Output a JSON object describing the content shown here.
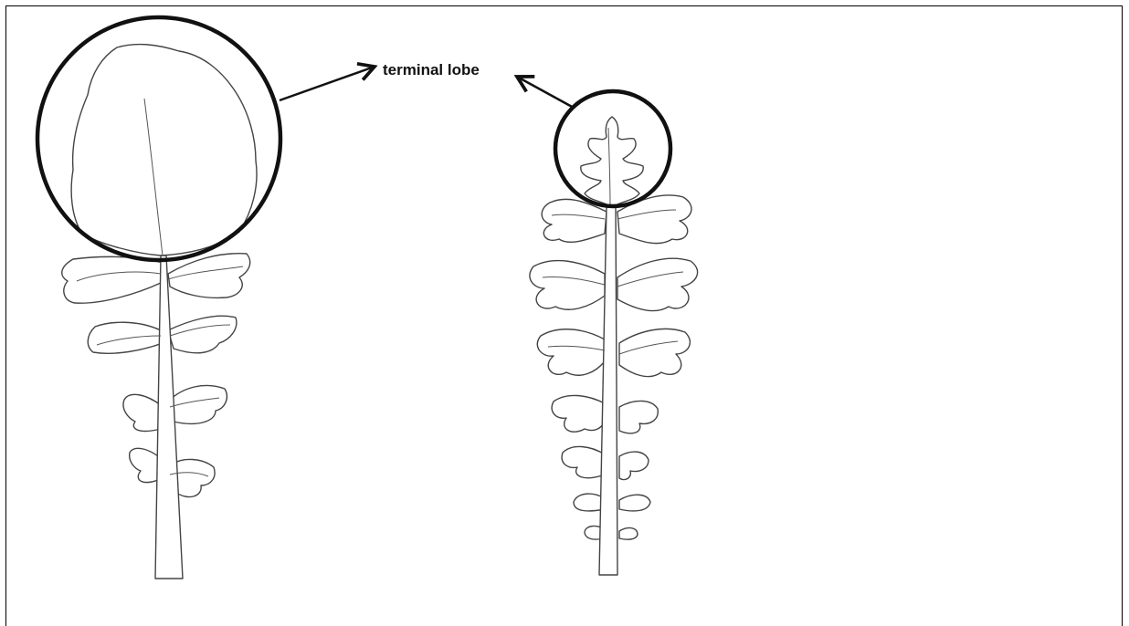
{
  "annotation": {
    "label": "terminal lobe"
  },
  "figures": [
    {
      "name": "left-leaf",
      "terminal_lobe_shape": "rounded-entire"
    },
    {
      "name": "right-leaf",
      "terminal_lobe_shape": "deeply-dissected"
    }
  ]
}
